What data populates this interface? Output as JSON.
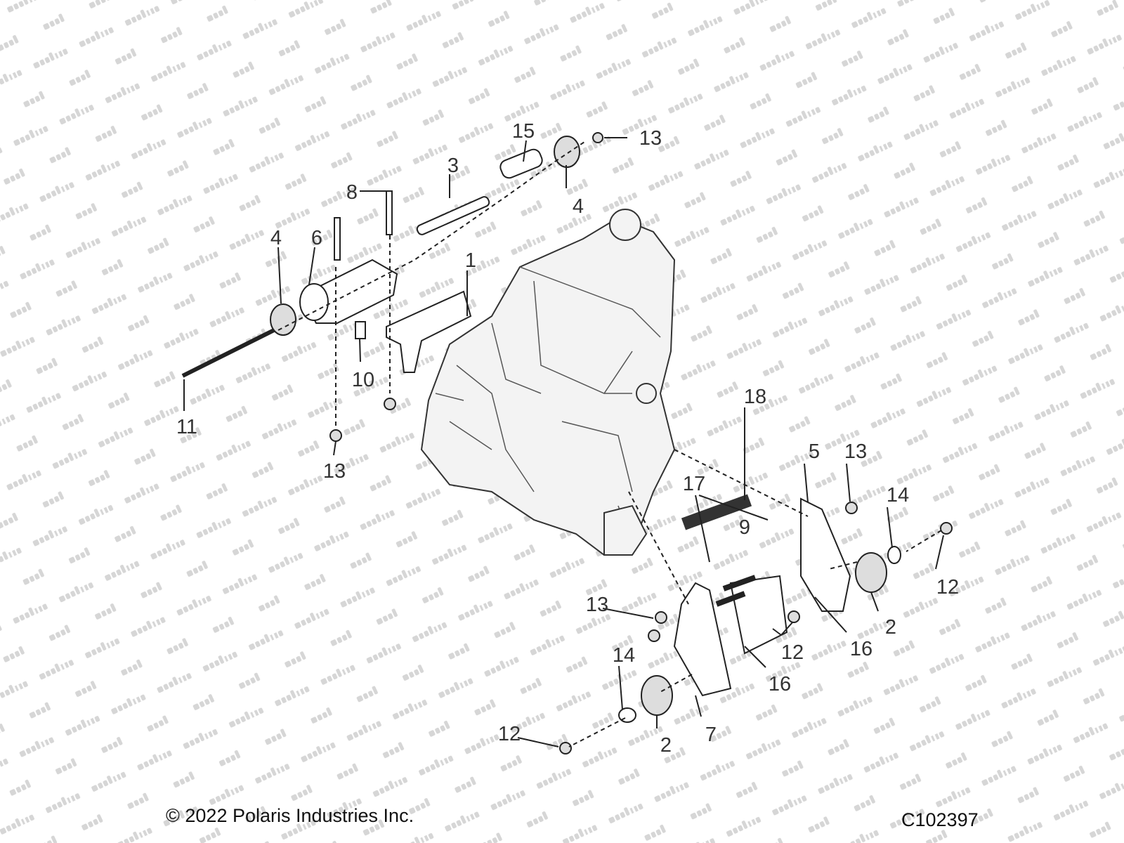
{
  "watermark": "motod.ru",
  "callouts": [
    "15",
    "13",
    "3",
    "4",
    "8",
    "4",
    "6",
    "1",
    "10",
    "11",
    "13",
    "18",
    "5",
    "13",
    "17",
    "14",
    "9",
    "12",
    "2",
    "16",
    "13",
    "12",
    "14",
    "16",
    "7",
    "12",
    "2"
  ],
  "footer": {
    "copyright": "© 2022 Polaris Industries Inc.",
    "diagram_id": "C102397"
  }
}
